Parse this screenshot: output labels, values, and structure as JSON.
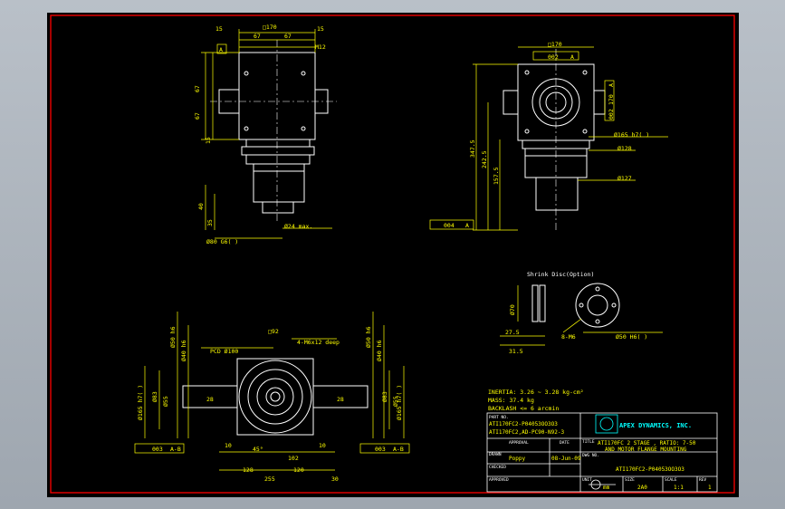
{
  "views": {
    "front": {
      "d170": "□170",
      "d15a": "15",
      "d15b": "15",
      "d15c": "15",
      "d67a": "67",
      "d67b": "67",
      "d67c": "67",
      "d67d": "67",
      "m12": "M12",
      "datumA": "A",
      "d40": "40",
      "d35": "35",
      "shaft": "Ø80 G6( )",
      "dmax": "Ø24 max."
    },
    "side": {
      "sq170": "□170",
      "sq002": "002",
      "datA": "A",
      "d170v": "170",
      "r002": "002",
      "rA": "A",
      "d165": "Ø165 h7( )",
      "d128": "Ø128",
      "d127": "Ø127",
      "d3475": "347.5",
      "d2425": "242.5",
      "d1575": "157.5",
      "d04": "004",
      "d04A": "A"
    },
    "shrink": {
      "title": "Shrink Disc(Option)",
      "d70": "Ø70",
      "d275": "27.5",
      "d315": "31.5",
      "m6": "8-M6",
      "d50": "Ø50 H6( )"
    },
    "bottom": {
      "pcd": "PCD Ø100",
      "sq92": "□92",
      "m6deep": "4-M6x12 deep",
      "d50l": "Ø50 h6",
      "d40l": "Ø40 h6",
      "d50r": "Ø50 h6",
      "d40r": "Ø40 h6",
      "d83l": "Ø83",
      "d55l": "Ø55",
      "d165l": "Ø165 h7( )",
      "d83r": "Ø83",
      "d55r": "Ø55",
      "d165r": "Ø165 h7( )",
      "d28a": "28",
      "d28b": "28",
      "d10a": "10",
      "d10b": "10",
      "ang": "45°",
      "d102": "102",
      "d128": "128",
      "d120": "120",
      "tol1": "003",
      "tol1ref": "A-B",
      "tol2": "003",
      "tol2ref": "A-B",
      "d255": "255",
      "d30": "30"
    }
  },
  "specs": {
    "inertia": "INERTIA: 3.26 ~ 3.28 kg-cm²",
    "mass": "MASS: 37.4 kg",
    "backlash": "BACKLASH <= 6 arcmin"
  },
  "title_block": {
    "part_no_label": "PART NO.",
    "part_no_1": "ATI170FC2-P04053OO3O3",
    "part_no_2": "ATI170FC2,AD-PC90-N92-3",
    "company": "APEX DYNAMICS, INC.",
    "title_label": "TITLE",
    "title_line1": "ATI170FC 2 STAGE , RATIO: 7-50",
    "title_line2": "AND MOTOR FLANGE MOUNTING",
    "approval_label": "APPROVAL",
    "date_label": "DATE",
    "drawn_label": "DRAWN",
    "drawn_by": "Poppy",
    "date": "08-Jun-09",
    "checked_label": "CHECKED",
    "dwg_label": "DWG NO.",
    "dwg_no": "ATI170FC2-P04053OO3O3",
    "approved_label": "APPROVED",
    "unit_label": "UNIT",
    "unit": "mm",
    "size_label": "SIZE",
    "size": "2A0",
    "scale_label": "SCALE",
    "scale": "1:1",
    "rev_label": "REV",
    "rev": "1"
  },
  "colors": {
    "background": "#000000",
    "border": "#ff0000",
    "dimension": "#ffff00",
    "geometry": "#ffffff",
    "title": "#00ffff"
  }
}
